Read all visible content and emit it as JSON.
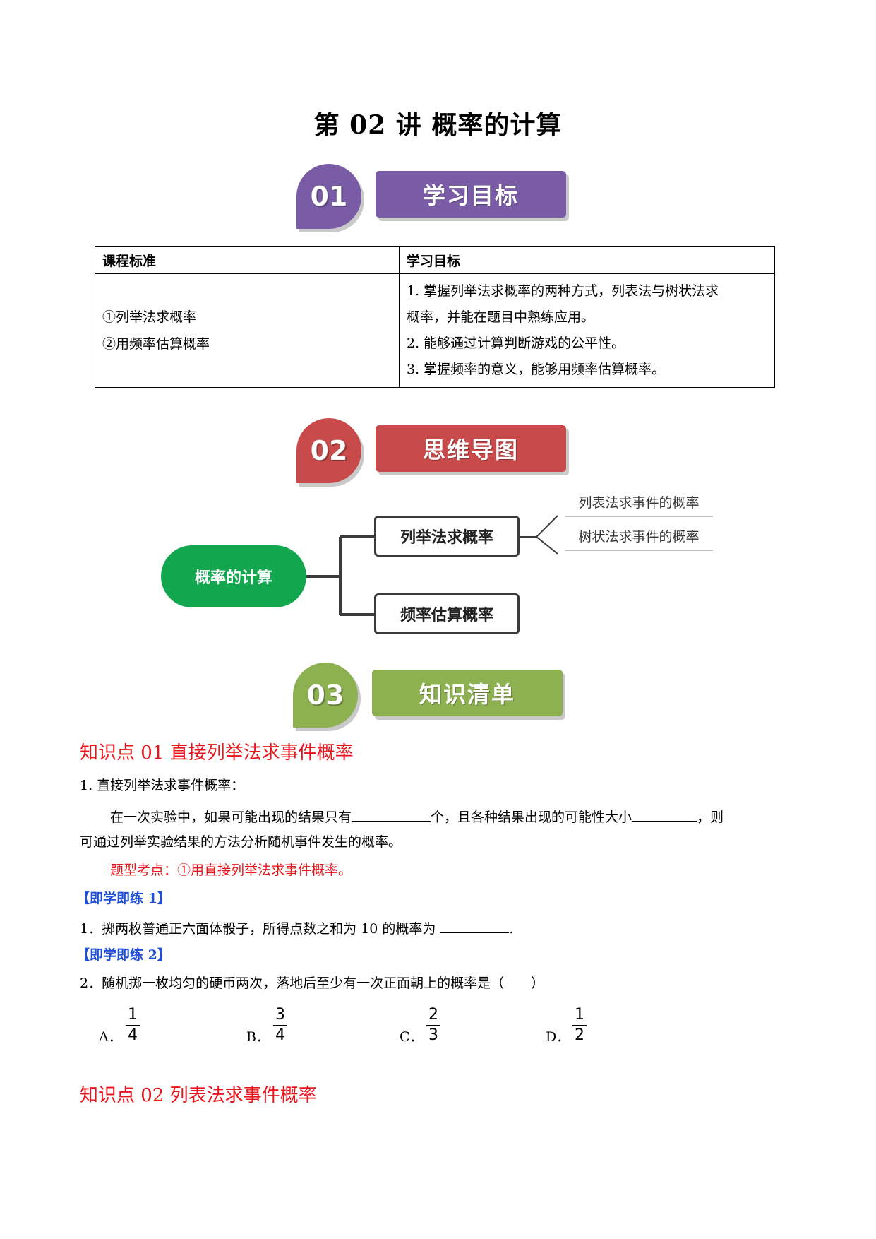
{
  "title": "第 02 讲  概率的计算",
  "sections": [
    {
      "num": "01",
      "label": "学习目标",
      "color": "#7a5ca6"
    },
    {
      "num": "02",
      "label": "思维导图",
      "color": "#c84a4a"
    },
    {
      "num": "03",
      "label": "知识清单",
      "color": "#8db050"
    }
  ],
  "goals_table": {
    "headers": [
      "课程标准",
      "学习目标"
    ],
    "standards": [
      "①列举法求概率",
      "②用频率估算概率"
    ],
    "objectives": [
      "1. 掌握列举法求概率的两种方式，列表法与树状法求",
      "概率，并能在题目中熟练应用。",
      "2. 能够通过计算判断游戏的公平性。",
      "3. 掌握频率的意义，能够用频率估算概率。"
    ]
  },
  "mindmap": {
    "root": "概率的计算",
    "branches": [
      "列举法求概率",
      "频率估算概率"
    ],
    "leaves": [
      "列表法求事件的概率",
      "树状法求事件的概率"
    ],
    "colors": {
      "root": "#12a64f",
      "lines": "#3a3a3a"
    }
  },
  "kp1": {
    "title": "知识点 01  直接列举法求事件概率",
    "heading": "1. 直接列举法求事件概率：",
    "line1_a": "在一次实验中，如果可能出现的结果只有",
    "line1_b": "个，且各种结果出现的可能性大小",
    "line1_c": "，则",
    "line2": "可通过列举实验结果的方法分析随机事件发生的概率。",
    "tip": "题型考点：①用直接列举法求事件概率。",
    "practice1_label": "【即学即练 1】",
    "q1_a": "1．掷两枚普通正六面体骰子，所得点数之和为 10 的概率为",
    "q1_b": ".",
    "practice2_label": "【即学即练 2】",
    "q2": "2．随机掷一枚均匀的硬币两次，落地后至少有一次正面朝上的概率是（　　）",
    "options": [
      {
        "label": "A．",
        "num": "1",
        "den": "4"
      },
      {
        "label": "B．",
        "num": "3",
        "den": "4"
      },
      {
        "label": "C．",
        "num": "2",
        "den": "3"
      },
      {
        "label": "D．",
        "num": "1",
        "den": "2"
      }
    ]
  },
  "kp2": {
    "title": "知识点 02  列表法求事件概率"
  }
}
